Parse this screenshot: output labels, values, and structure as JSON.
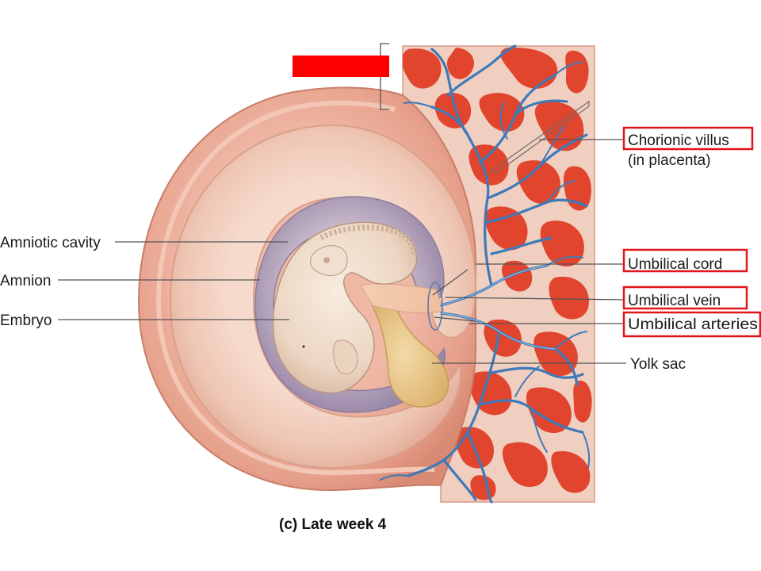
{
  "labels": {
    "chorionic_villus": "Chorionic villus",
    "in_placenta": "(in placenta)",
    "umbilical_cord": "Umbilical cord",
    "umbilical_vein": "Umbilical vein",
    "umbilical_arteries": "Umbilical arteries",
    "yolk_sac": "Yolk sac",
    "amniotic_cavity": "Amniotic cavity",
    "amnion": "Amnion",
    "embryo": "Embryo"
  },
  "caption": "(c) Late week 4",
  "colors": {
    "highlight_box": "#e0141b",
    "redaction_bar": "#ff0000",
    "maternal_blood": "#e2452e",
    "placenta_tissue": "#f0cfc0",
    "fetal_vessels": "#3f79b8",
    "chorion": "#d8937e",
    "amniotic_fluid": "#e7b7a3",
    "amnion_purple": "#a999b3",
    "embryo": "#efdcc9",
    "yolk_sac": "#e9c98e"
  }
}
